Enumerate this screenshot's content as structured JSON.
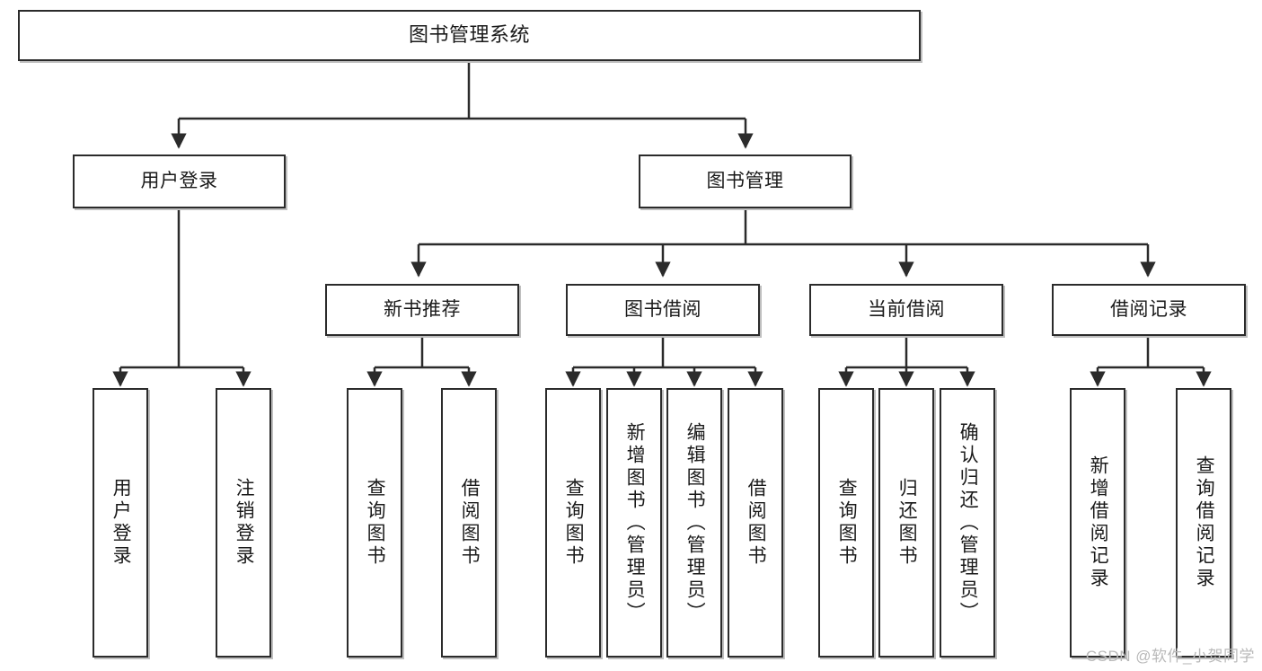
{
  "diagram": {
    "title": "图书管理系统",
    "type": "hierarchy-tree",
    "watermark": "CSDN @软件_小贺同学",
    "colors": {
      "box_border": "#2b2b2b",
      "box_fill": "#ffffff",
      "edge": "#2b2b2b",
      "watermark": "#b9b9b9"
    },
    "levels": [
      {
        "level": 1,
        "nodes": [
          {
            "id": "root",
            "label": "图书管理系统",
            "orientation": "horizontal"
          }
        ]
      },
      {
        "level": 2,
        "nodes": [
          {
            "id": "login",
            "label": "用户登录",
            "orientation": "horizontal",
            "parent": "root"
          },
          {
            "id": "bookmgmt",
            "label": "图书管理",
            "orientation": "horizontal",
            "parent": "root"
          }
        ]
      },
      {
        "level": 3,
        "nodes": [
          {
            "id": "newbook",
            "label": "新书推荐",
            "orientation": "horizontal",
            "parent": "bookmgmt"
          },
          {
            "id": "borrow",
            "label": "图书借阅",
            "orientation": "horizontal",
            "parent": "bookmgmt"
          },
          {
            "id": "current",
            "label": "当前借阅",
            "orientation": "horizontal",
            "parent": "bookmgmt"
          },
          {
            "id": "records",
            "label": "借阅记录",
            "orientation": "horizontal",
            "parent": "bookmgmt"
          }
        ]
      },
      {
        "level": 4,
        "nodes": [
          {
            "id": "leaf1",
            "label": "用户登录",
            "orientation": "vertical",
            "parent": "login"
          },
          {
            "id": "leaf2",
            "label": "注销登录",
            "orientation": "vertical",
            "parent": "login"
          },
          {
            "id": "leaf3",
            "label": "查询图书",
            "orientation": "vertical",
            "parent": "newbook"
          },
          {
            "id": "leaf4",
            "label": "借阅图书",
            "orientation": "vertical",
            "parent": "newbook"
          },
          {
            "id": "leaf5",
            "label": "查询图书",
            "orientation": "vertical",
            "parent": "borrow"
          },
          {
            "id": "leaf6",
            "label": "新增图书（管理员）",
            "orientation": "vertical",
            "parent": "borrow"
          },
          {
            "id": "leaf7",
            "label": "编辑图书（管理员）",
            "orientation": "vertical",
            "parent": "borrow"
          },
          {
            "id": "leaf8",
            "label": "借阅图书",
            "orientation": "vertical",
            "parent": "borrow"
          },
          {
            "id": "leaf9",
            "label": "查询图书",
            "orientation": "vertical",
            "parent": "current"
          },
          {
            "id": "leaf10",
            "label": "归还图书",
            "orientation": "vertical",
            "parent": "current"
          },
          {
            "id": "leaf11",
            "label": "确认归还（管理员）",
            "orientation": "vertical",
            "parent": "current"
          },
          {
            "id": "leaf12",
            "label": "新增借阅记录",
            "orientation": "vertical",
            "parent": "records"
          },
          {
            "id": "leaf13",
            "label": "查询借阅记录",
            "orientation": "vertical",
            "parent": "records"
          }
        ]
      }
    ]
  }
}
